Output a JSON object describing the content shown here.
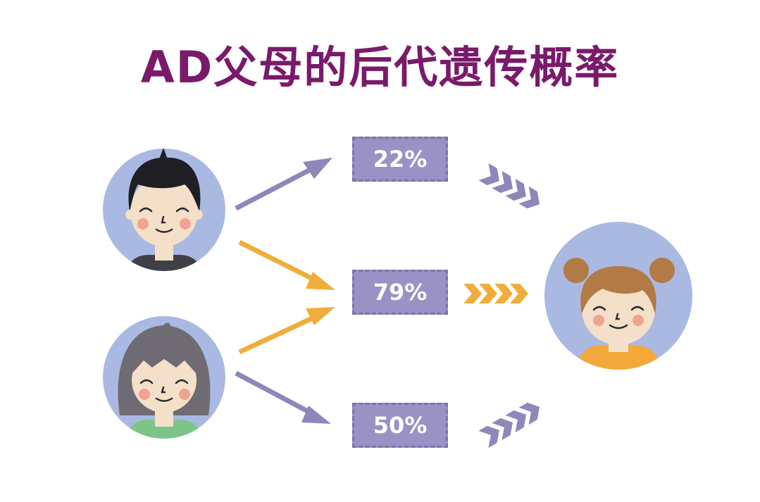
{
  "title": "AD父母的后代遗传概率",
  "probabilities": {
    "top": "22%",
    "middle": "79%",
    "bottom": "50%"
  },
  "colors": {
    "title": "#7a1a6b",
    "box_fill": "#9a91c4",
    "purple_arrow": "#8f86bb",
    "orange_arrow": "#f0ad3c",
    "circle_bg": "#a9b9e2",
    "skin": "#f4dfc9",
    "cheek": "#f0a48f",
    "father_hair": "#1f1f24",
    "mother_hair": "#6f6b72",
    "child_hair": "#b27a45",
    "father_shirt": "#3f3f46",
    "mother_shirt": "#7dc48a",
    "child_shirt": "#f2a93a"
  },
  "figures": {
    "father": "father-avatar",
    "mother": "mother-avatar",
    "child": "child-avatar"
  }
}
